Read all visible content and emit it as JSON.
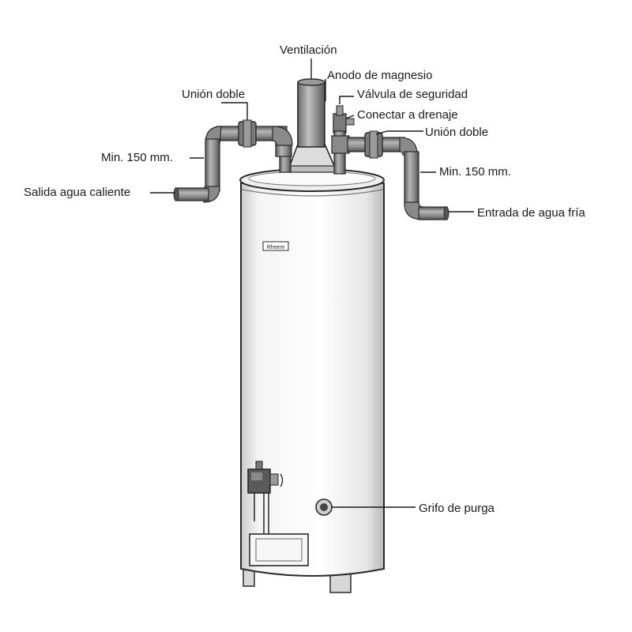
{
  "labels": {
    "ventilacion": "Ventilación",
    "anodo": "Anodo de magnesio",
    "union_doble_left": "Unión doble",
    "valvula": "Válvula de seguridad",
    "conectar": "Conectar a drenaje",
    "union_doble_right": "Unión doble",
    "min_left": "Min. 150 mm.",
    "min_right": "Min. 150 mm.",
    "salida": "Salida agua caliente",
    "entrada": "Entrada de agua fría",
    "grifo": "Grifo de purga"
  },
  "brand_badge": "Rheem",
  "colors": {
    "pipe": "#8f8f8f",
    "pipe_dark": "#555555",
    "tank": "#f2f2f2",
    "outline": "#2a2a2a"
  }
}
